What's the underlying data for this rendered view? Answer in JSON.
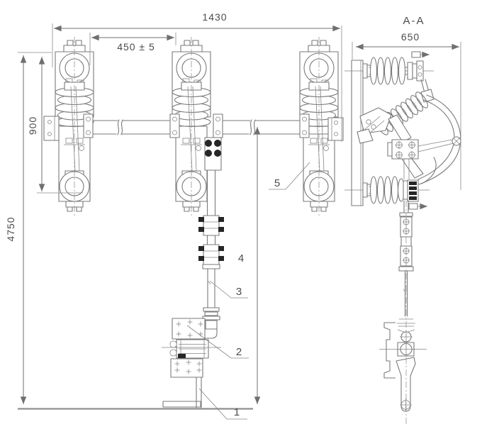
{
  "view": {
    "section_title": "A-A"
  },
  "dimensions": {
    "overall_width": "1430",
    "phase_spacing": "450 ± 5",
    "pole_height": "900",
    "overall_height": "4750",
    "section_width": "650"
  },
  "parts": [
    {
      "number": "1"
    },
    {
      "number": "2"
    },
    {
      "number": "3"
    },
    {
      "number": "4"
    },
    {
      "number": "5"
    }
  ],
  "colors": {
    "line": "#7a7a7a",
    "dark_hardware": "#262626",
    "text": "#4c4c4c",
    "ground_line": "#8f8f8f",
    "background": "#ffffff"
  }
}
